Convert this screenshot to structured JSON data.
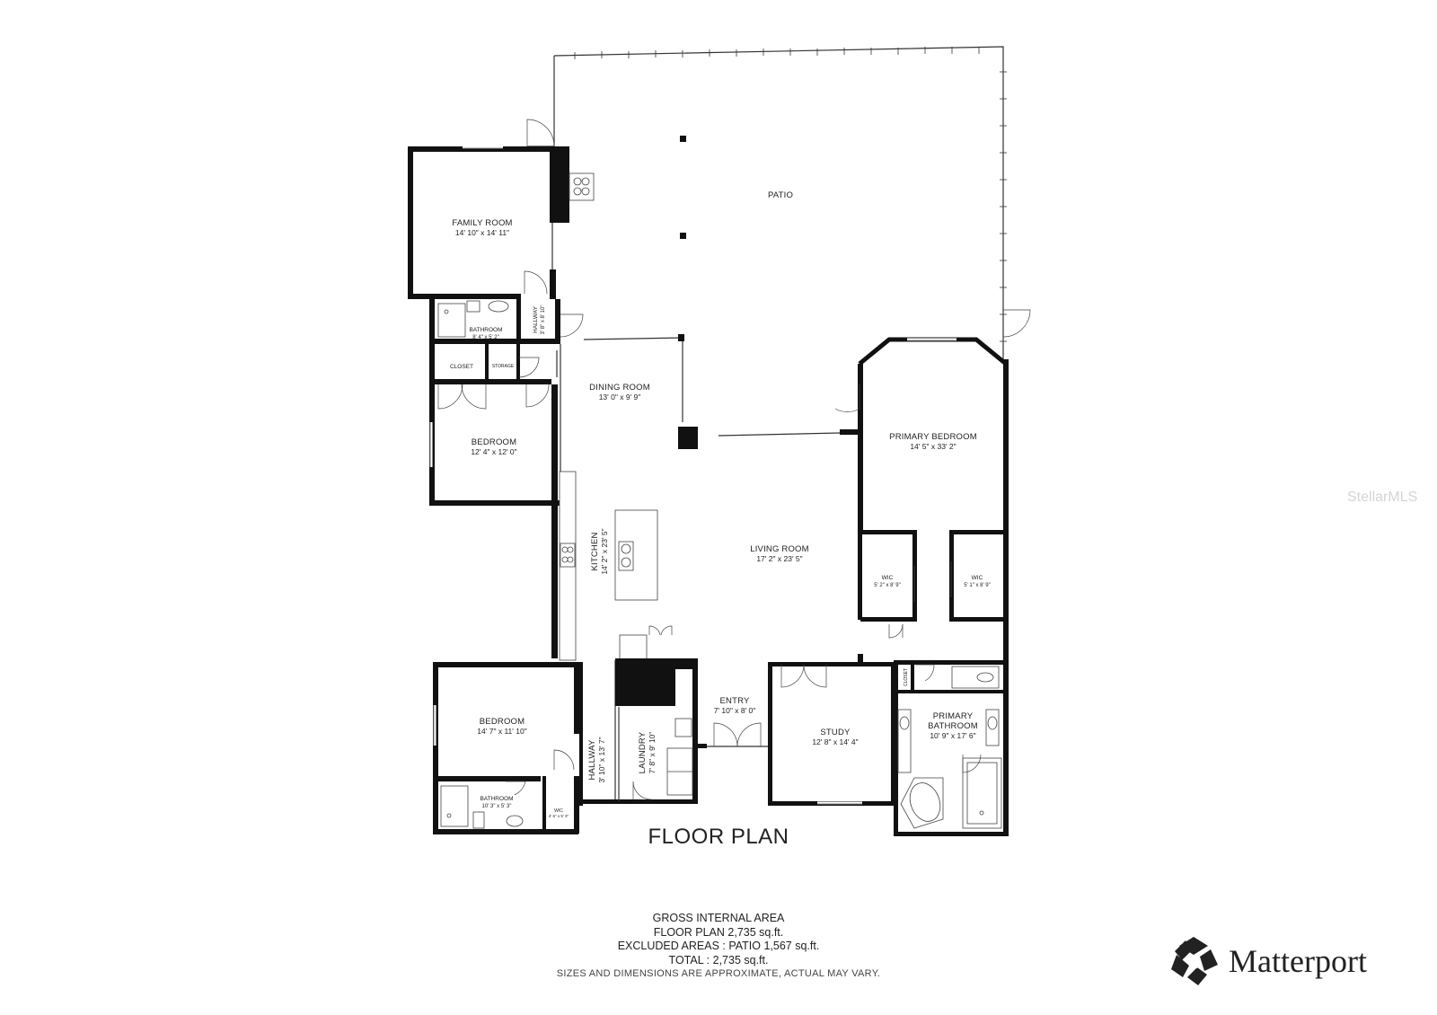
{
  "rooms": {
    "patio": {
      "name": "PATIO"
    },
    "family_room": {
      "name": "FAMILY ROOM",
      "dim": "14' 10\" x 14' 11\""
    },
    "bathroom_1": {
      "name": "BATHROOM",
      "dim": "8' 4\" x 5' 2\""
    },
    "hallway_1": {
      "name": "HALLWAY",
      "dim": "3' 8\" x 8' 10\""
    },
    "closet_1": {
      "name": "CLOSET"
    },
    "storage": {
      "name": "STORAGE"
    },
    "dining_room": {
      "name": "DINING ROOM",
      "dim": "13' 0\" x 9' 9\""
    },
    "bedroom_1": {
      "name": "BEDROOM",
      "dim": "12' 4\" x 12' 0\""
    },
    "primary_bedroom": {
      "name": "PRIMARY BEDROOM",
      "dim": "14' 5\" x 33' 2\""
    },
    "kitchen": {
      "name": "KITCHEN",
      "dim": "14' 2\" x 23' 5\""
    },
    "living_room": {
      "name": "LIVING ROOM",
      "dim": "17' 2\" x 23' 5\""
    },
    "wic_1": {
      "name": "WIC",
      "dim": "5' 2\" x 8' 9\""
    },
    "wic_2": {
      "name": "WIC",
      "dim": "5' 1\" x 8' 9\""
    },
    "bedroom_2": {
      "name": "BEDROOM",
      "dim": "14' 7\" x 11' 10\""
    },
    "hallway_2": {
      "name": "HALLWAY",
      "dim": "3' 10\" x 13' 7\""
    },
    "laundry": {
      "name": "LAUNDRY",
      "dim": "7' 8\" x 9' 10\""
    },
    "entry": {
      "name": "ENTRY",
      "dim": "7' 10\" x 8' 0\""
    },
    "study": {
      "name": "STUDY",
      "dim": "12' 8\" x 14' 4\""
    },
    "closet_2": {
      "name": "CLOSET"
    },
    "primary_bathroom": {
      "name1": "PRIMARY",
      "name2": "BATHROOM",
      "dim": "10' 9\" x 17' 6\""
    },
    "bathroom_2": {
      "name": "BATHROOM",
      "dim": "10' 3\" x 5' 3\""
    },
    "wic_3": {
      "name": "WIC",
      "dim": "4' 6\" x 5' 3\""
    }
  },
  "plan_title": "FLOOR PLAN",
  "area": {
    "gross": "GROSS INTERNAL AREA",
    "floor_plan": "FLOOR PLAN 2,735 sq.ft.",
    "excluded": "EXCLUDED AREAS :  PATIO 1,567 sq.ft.",
    "total": "TOTAL :  2,735 sq.ft.",
    "note": "SIZES AND DIMENSIONS ARE APPROXIMATE, ACTUAL MAY VARY."
  },
  "watermark": "StellarMLS",
  "brand": {
    "name": "Matterport",
    "icon": "matterport-logo-icon"
  },
  "colors": {
    "wall": "#111111",
    "text": "#222222",
    "background": "#ffffff"
  }
}
